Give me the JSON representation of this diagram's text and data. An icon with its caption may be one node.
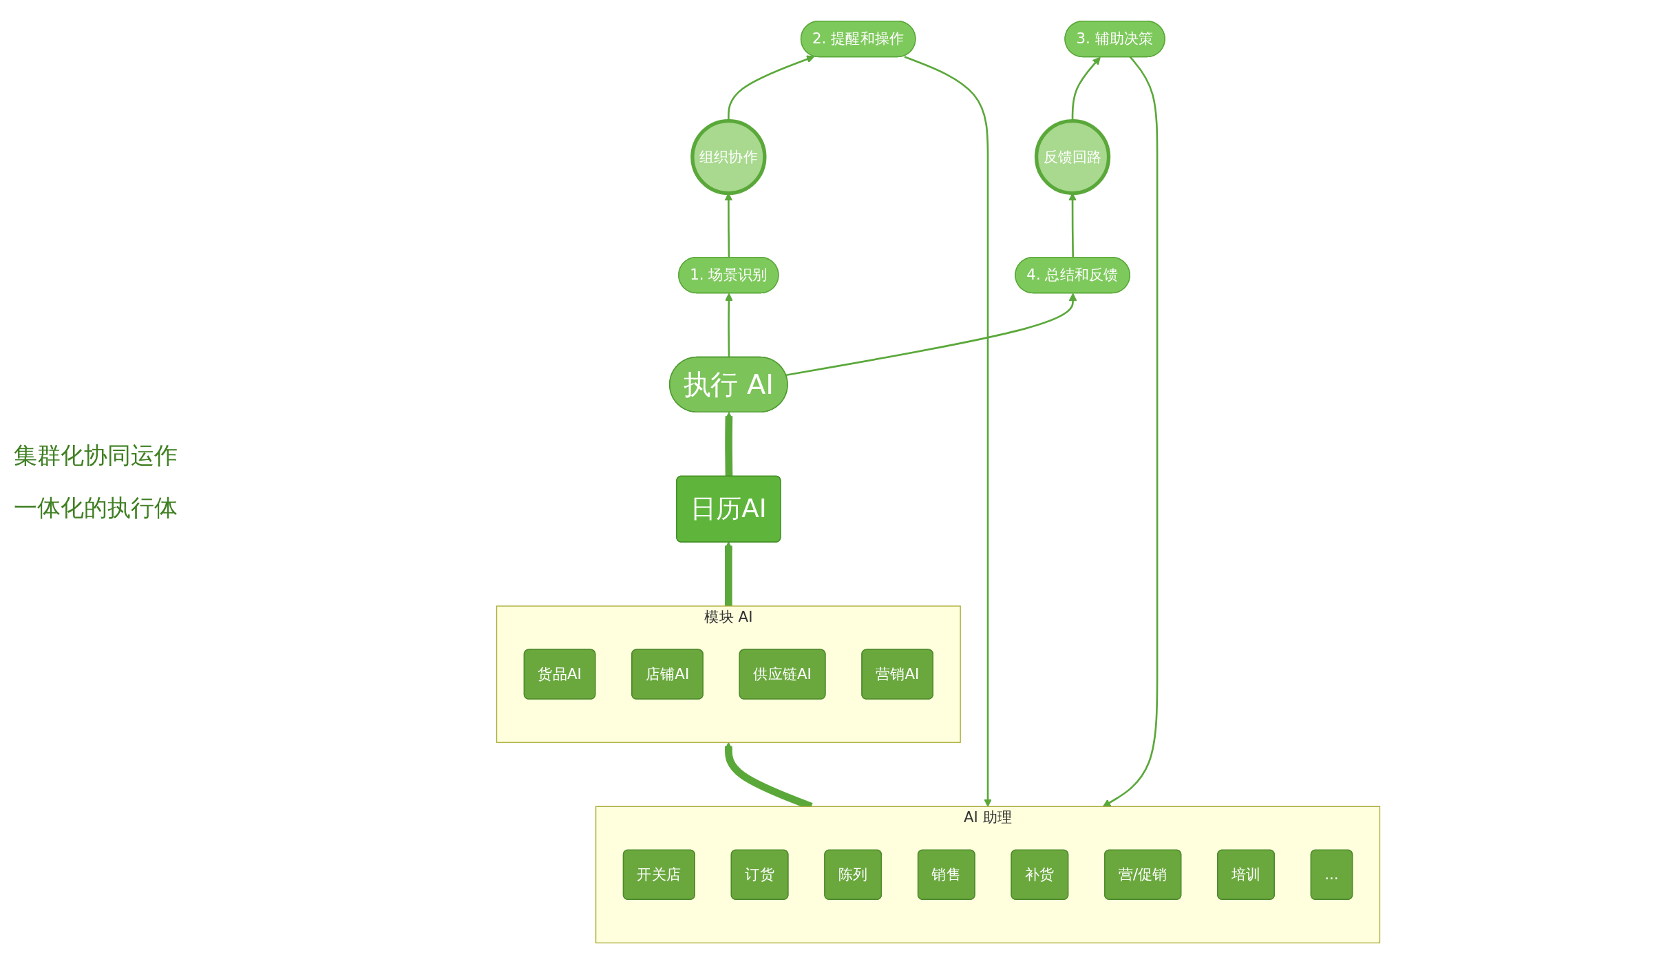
{
  "diagram": {
    "nodes": [
      {
        "text": [
          "执行 AI"
        ]
      },
      {
        "text": [
          "1. 场景识别"
        ]
      },
      {
        "text": [
          "4. 总结和反馈"
        ]
      },
      {
        "text": [
          "日历AI"
        ]
      },
      {
        "text": [
          "组织协作"
        ]
      },
      {
        "text": [
          "反馈回路"
        ]
      },
      {
        "text": [
          "模块 AI"
        ]
      },
      {
        "text": [
          "货品AI"
        ],
        "in": 6
      },
      {
        "text": [
          "店铺AI"
        ],
        "in": 6
      },
      {
        "text": [
          "供应链AI"
        ],
        "in": 6
      },
      {
        "text": [
          "营销AI"
        ],
        "in": 6
      },
      {
        "text": [
          "2. 提醒和操作"
        ]
      },
      {
        "text": [
          "3. 辅助决策"
        ]
      },
      {
        "text": [
          "AI 助理"
        ]
      },
      {
        "text": [
          "开关店"
        ],
        "in": 13
      },
      {
        "text": [
          "订货"
        ],
        "in": 13
      },
      {
        "text": [
          "陈列"
        ],
        "in": 13
      },
      {
        "text": [
          "销售"
        ],
        "in": 13
      },
      {
        "text": [
          "补货"
        ],
        "in": 13
      },
      {
        "text": [
          "营/促销"
        ],
        "in": 13
      },
      {
        "text": [
          "培训"
        ],
        "in": 13
      },
      {
        "text": [
          "..."
        ],
        "in": 13
      }
    ],
    "edges": [
      {
        "from": 13,
        "to": 6,
        "arrow": "to",
        "style": "thick"
      },
      {
        "from": 6,
        "to": 3,
        "arrow": "to",
        "style": "thick"
      },
      {
        "from": 3,
        "to": 0,
        "arrow": "to",
        "style": "thick"
      },
      {
        "from": 0,
        "to": 1,
        "arrow": "to"
      },
      {
        "from": 1,
        "to": 4,
        "arrow": "to"
      },
      {
        "from": 4,
        "to": 11,
        "arrow": "to"
      },
      {
        "from": 11,
        "to": 13,
        "arrow": "to"
      },
      {
        "from": 0,
        "to": 2,
        "arrow": "to"
      },
      {
        "from": 2,
        "to": 5,
        "arrow": "to"
      },
      {
        "from": 5,
        "to": 12,
        "arrow": "to"
      },
      {
        "from": 12,
        "to": 13,
        "arrow": "to"
      }
    ],
    "labels": [
      "集群化协同运作",
      "一体化的执行体"
    ]
  }
}
